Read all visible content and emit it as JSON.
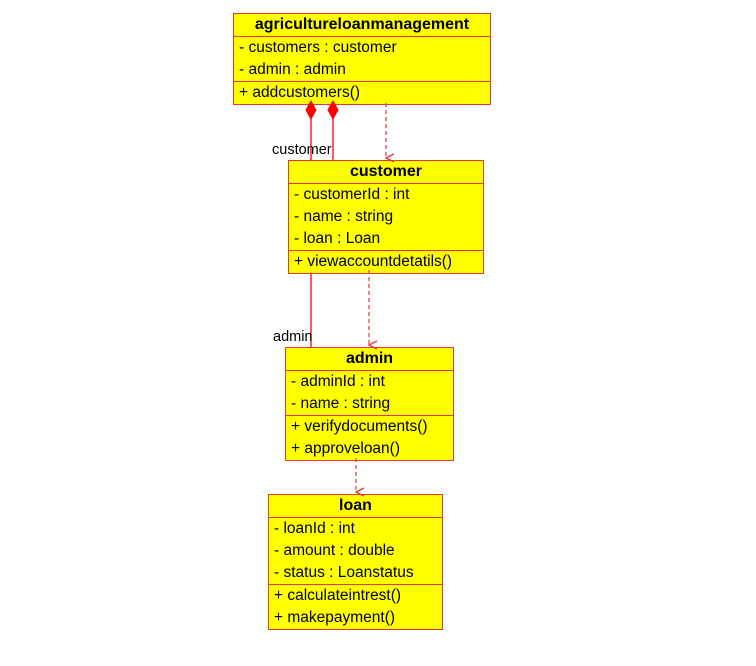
{
  "classes": {
    "agri": {
      "name": "agricultureloanmanagement",
      "attributes": [
        "- customers : customer",
        "- admin : admin"
      ],
      "methods": [
        "+ addcustomers()"
      ]
    },
    "customer": {
      "name": "customer",
      "attributes": [
        "- customerId : int",
        "- name : string",
        "- loan : Loan"
      ],
      "methods": [
        "+ viewaccountdetatils()"
      ]
    },
    "admin": {
      "name": "admin",
      "attributes": [
        "- adminId : int",
        "- name : string"
      ],
      "methods": [
        "+ verifydocuments()",
        "+ approveloan()"
      ]
    },
    "loan": {
      "name": "loan",
      "attributes": [
        "- loanId : int",
        "- amount : double",
        "- status : Loanstatus"
      ],
      "methods": [
        "+ calculateintrest()",
        "+ makepayment()"
      ]
    }
  },
  "roles": {
    "customer_role": "customer",
    "admin_role": "admin"
  },
  "colors": {
    "class_fill": "#ffff00",
    "class_border": "#e03a3a",
    "edge": "#ff0000",
    "dependency": "#e03a3a"
  }
}
